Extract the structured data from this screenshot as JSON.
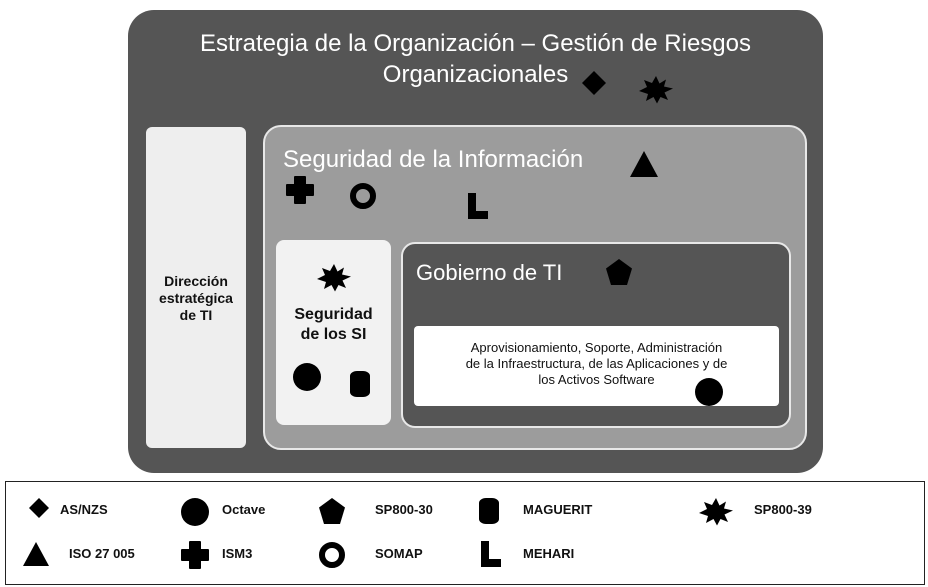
{
  "diagram": {
    "outer_title_line1": "Estrategia de la Organización – Gestión de Riesgos",
    "outer_title_line2": "Organizacionales",
    "direccion_line1": "Dirección",
    "direccion_line2": "estratégica",
    "direccion_line3": "de TI",
    "seguridad_informacion": "Seguridad de la Información",
    "seguridad_si_line1": "Seguridad",
    "seguridad_si_line2": "de los SI",
    "gobierno_ti": "Gobierno de TI",
    "infra_line1": "Aprovisionamiento, Soporte, Administración",
    "infra_line2": "de la Infraestructura, de las Aplicaciones y de",
    "infra_line3": "los Activos Software"
  },
  "legend": {
    "items": [
      {
        "label": "AS/NZS",
        "icon": "diamond-icon"
      },
      {
        "label": "Octave",
        "icon": "circle-icon"
      },
      {
        "label": "SP800-30",
        "icon": "pentagon-icon"
      },
      {
        "label": "MAGUERIT",
        "icon": "cylinder-icon"
      },
      {
        "label": "SP800-39",
        "icon": "starburst-icon"
      },
      {
        "label": "ISO 27 005",
        "icon": "triangle-icon"
      },
      {
        "label": "ISM3",
        "icon": "cross-icon"
      },
      {
        "label": "SOMAP",
        "icon": "ring-icon"
      },
      {
        "label": "MEHARI",
        "icon": "l-shape-icon"
      }
    ]
  },
  "colors": {
    "dark_panel": "#555555",
    "mid_panel": "#9c9c9c",
    "light_panel": "#eeeeee",
    "icon": "#000000"
  }
}
